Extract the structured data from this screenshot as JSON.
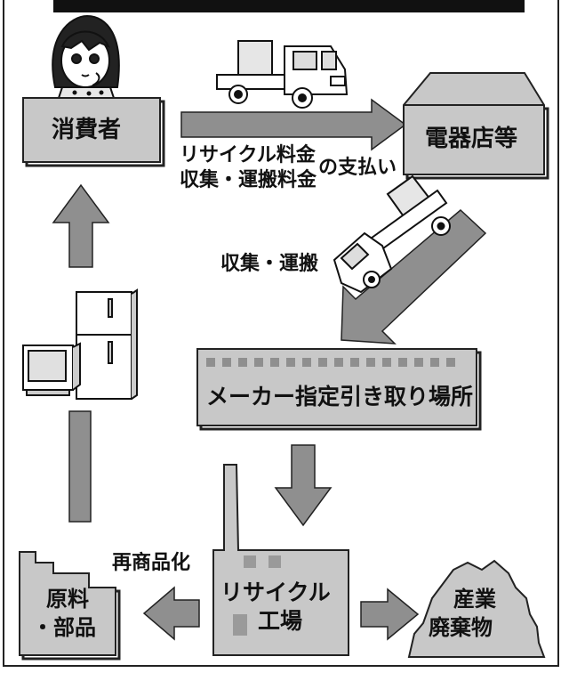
{
  "nodes": {
    "consumer": "消費者",
    "store": "電器店等",
    "designated_place": "メーカー指定引き取り場所",
    "recycle_factory_line1": "リサイクル",
    "recycle_factory_line2": "工場",
    "materials_line1": "原料",
    "materials_line2": "・部品",
    "industrial_waste_line1": "産業",
    "industrial_waste_line2": "廃棄物"
  },
  "edges": {
    "payment_line1": "リサイクル料金",
    "payment_line2": "収集・運搬料金",
    "payment_suffix": "の支払い",
    "collect_transport": "収集・運搬",
    "recommercialize": "再商品化"
  }
}
